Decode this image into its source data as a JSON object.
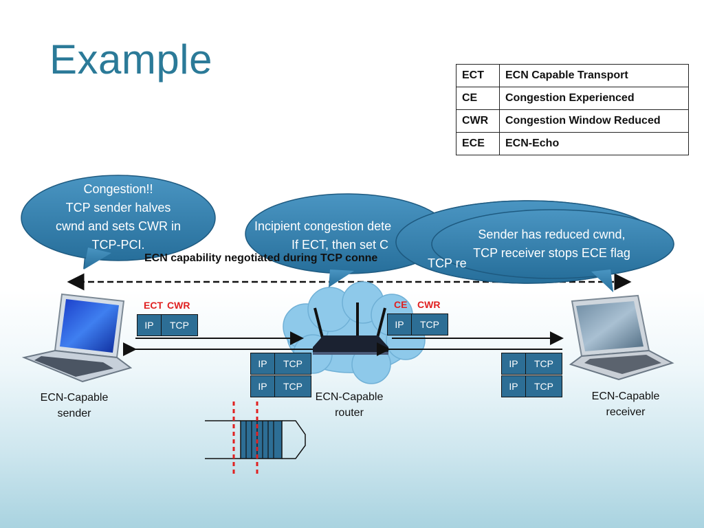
{
  "slide": {
    "title": "Example",
    "negotiation_text": "ECN capability negotiated during TCP conne"
  },
  "glossary": [
    {
      "abbr": "ECT",
      "full": "ECN Capable Transport"
    },
    {
      "abbr": "CE",
      "full": "Congestion Experienced"
    },
    {
      "abbr": "CWR",
      "full": "Congestion Window Reduced"
    },
    {
      "abbr": "ECE",
      "full": "ECN-Echo"
    }
  ],
  "bubbles": {
    "sender": {
      "line1": "Congestion!!",
      "line2": "TCP sender halves",
      "line3": "cwnd and sets CWR in",
      "line4": "TCP-PCI."
    },
    "router": {
      "line1": "Incipient congestion dete",
      "line2": "If ECT, then set C"
    },
    "receiver_back": {
      "line1": "TCP re"
    },
    "receiver_front": {
      "line1": "Sender has reduced cwnd,",
      "line2": "TCP receiver stops ECE flag"
    }
  },
  "packets": {
    "ip_label": "IP",
    "tcp_label": "TCP"
  },
  "flags": {
    "sender_flag1": "ECT",
    "sender_flag2": "CWR",
    "router_flag1": "CE",
    "router_flag2": "CWR"
  },
  "devices": {
    "sender": {
      "line1": "ECN-Capable",
      "line2": "sender"
    },
    "router": {
      "line1": "ECN-Capable",
      "line2": "router"
    },
    "receiver": {
      "line1": "ECN-Capable",
      "line2": "receiver"
    }
  },
  "colors": {
    "title": "#2b7a98",
    "bubble": "#2f7fae",
    "packet": "#2d6e95",
    "flag": "#e02020",
    "cloud": "#8ec9ea"
  }
}
